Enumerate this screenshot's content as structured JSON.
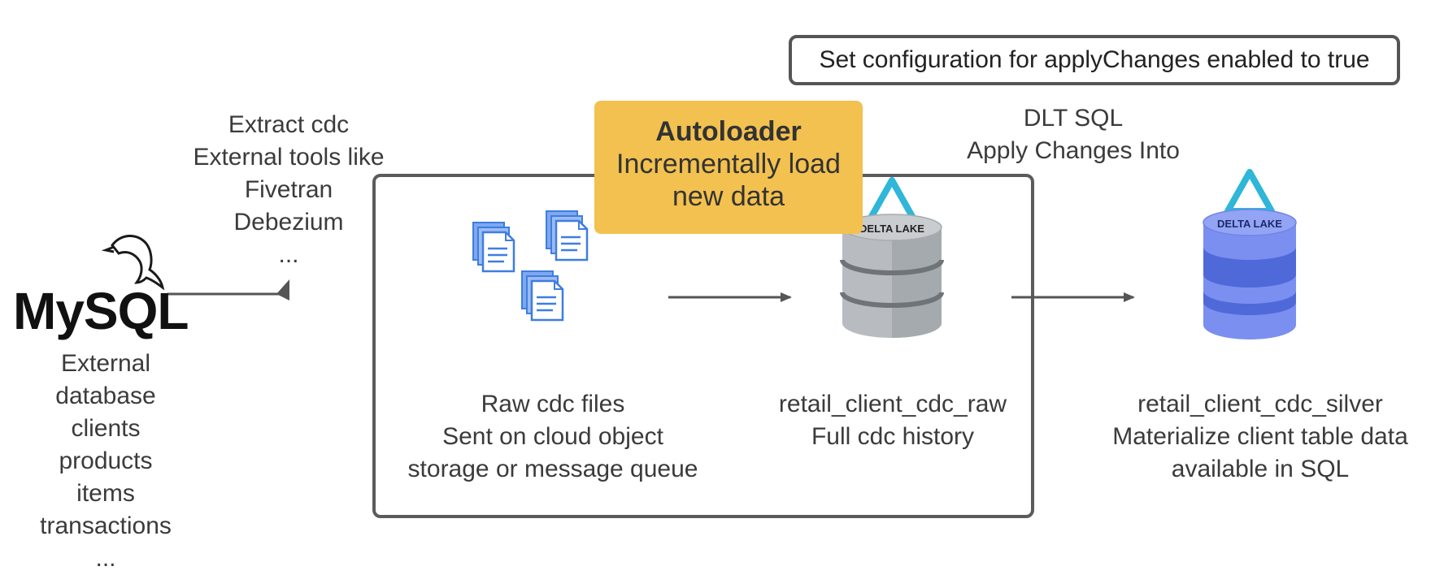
{
  "config_box": {
    "label": "Set configuration for applyChanges enabled to true"
  },
  "source": {
    "logo_text": "MySQL",
    "description": "External\ndatabase\nclients\nproducts\nitems\ntransactions\n..."
  },
  "extract": {
    "label": "Extract cdc\nExternal tools like\nFivetran\nDebezium\n..."
  },
  "autoloader": {
    "title": "Autoloader",
    "subtitle": "Incrementally load\nnew data"
  },
  "dlt": {
    "label": "DLT SQL\nApply Changes Into"
  },
  "raw_files": {
    "label": "Raw cdc files\nSent on cloud object\nstorage or message queue"
  },
  "raw_table": {
    "label": "retail_client_cdc_raw\nFull cdc history",
    "logo_text": "DELTA LAKE"
  },
  "silver_table": {
    "label": "retail_client_cdc_silver\nMaterialize client table data\navailable in SQL",
    "logo_text": "DELTA LAKE"
  },
  "colors": {
    "autoloader": "#f3c14f",
    "delta_blue": "#2fb6d9",
    "silver_db": "#7b8ff0",
    "raw_db": "#b8bcc0",
    "doc_blue": "#3f7de0"
  },
  "icons": [
    "dolphin-icon",
    "document-icon",
    "database-icon",
    "delta-lake-icon",
    "arrow-icon"
  ]
}
